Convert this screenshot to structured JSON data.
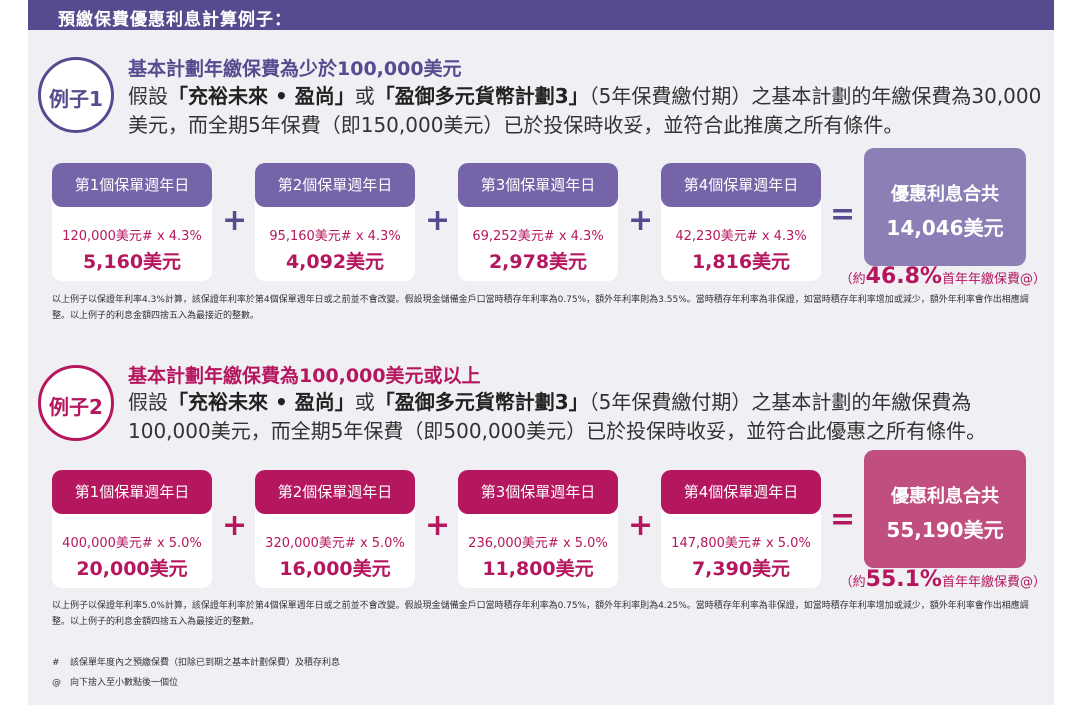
{
  "header": {
    "title": "預繳保費優惠利息計算例子："
  },
  "examples": [
    {
      "badge": "例子1",
      "title": "基本計劃年繳保費為少於100,000美元",
      "desc_lead": "假設",
      "plan_a": "「充裕未來 • 盈尚」",
      "desc_or": "或",
      "plan_b": "「盈御多元貨幣計劃3」",
      "desc_rest": "（5年保費繳付期）之基本計劃的年繳保費為30,000美元，而全期5年保費（即150,000美元）已於投保時收妥，並符合此推廣之所有條件。",
      "steps": [
        {
          "label": "第1個保單週年日",
          "formula": "120,000美元# x 4.3%",
          "result": "5,160美元"
        },
        {
          "label": "第2個保單週年日",
          "formula": "95,160美元# x 4.3%",
          "result": "4,092美元"
        },
        {
          "label": "第3個保單週年日",
          "formula": "69,252美元# x 4.3%",
          "result": "2,978美元"
        },
        {
          "label": "第4個保單週年日",
          "formula": "42,230美元# x 4.3%",
          "result": "1,816美元"
        }
      ],
      "plus": "+",
      "equals": "=",
      "total_label": "優惠利息合共",
      "total_value": "14,046美元",
      "pct_prefix": "（約",
      "pct_value": "46.8%",
      "pct_suffix": "首年年繳保費@）",
      "note": "以上例子以保證年利率4.3%計算，該保證年利率於第4個保單週年日或之前並不會改變。假設現金儲備金戶口當時積存年利率為0.75%，額外年利率則為3.55%。當時積存年利率為非保證，如當時積存年利率增加或減少，額外年利率會作出相應調整。以上例子的利息金額四捨五入為最接近的整數。"
    },
    {
      "badge": "例子2",
      "title": "基本計劃年繳保費為100,000美元或以上",
      "desc_lead": "假設",
      "plan_a": "「充裕未來 • 盈尚」",
      "desc_or": "或",
      "plan_b": "「盈御多元貨幣計劃3」",
      "desc_rest": "（5年保費繳付期）之基本計劃的年繳保費為100,000美元，而全期5年保費（即500,000美元）已於投保時收妥，並符合此優惠之所有條件。",
      "steps": [
        {
          "label": "第1個保單週年日",
          "formula": "400,000美元# x 5.0%",
          "result": "20,000美元"
        },
        {
          "label": "第2個保單週年日",
          "formula": "320,000美元# x 5.0%",
          "result": "16,000美元"
        },
        {
          "label": "第3個保單週年日",
          "formula": "236,000美元# x 5.0%",
          "result": "11,800美元"
        },
        {
          "label": "第4個保單週年日",
          "formula": "147,800美元# x 5.0%",
          "result": "7,390美元"
        }
      ],
      "plus": "+",
      "equals": "=",
      "total_label": "優惠利息合共",
      "total_value": "55,190美元",
      "pct_prefix": "（約",
      "pct_value": "55.1%",
      "pct_suffix": "首年年繳保費@）",
      "note": "以上例子以保證年利率5.0%計算，該保證年利率於第4個保單週年日或之前並不會改變。假設現金儲備金戶口當時積存年利率為0.75%，額外年利率則為4.25%。當時積存年利率為非保證，如當時積存年利率增加或減少，額外年利率會作出相應調整。以上例子的利息金額四捨五入為最接近的整數。"
    }
  ],
  "footnotes": [
    {
      "mark": "#",
      "text": "該保單年度內之預繳保費（扣除已到期之基本計劃保費）及積存利息"
    },
    {
      "mark": "@",
      "text": "向下捨入至小數點後一個位"
    }
  ],
  "colors": {
    "purple": "#574b8f",
    "magenta": "#b5175f"
  }
}
